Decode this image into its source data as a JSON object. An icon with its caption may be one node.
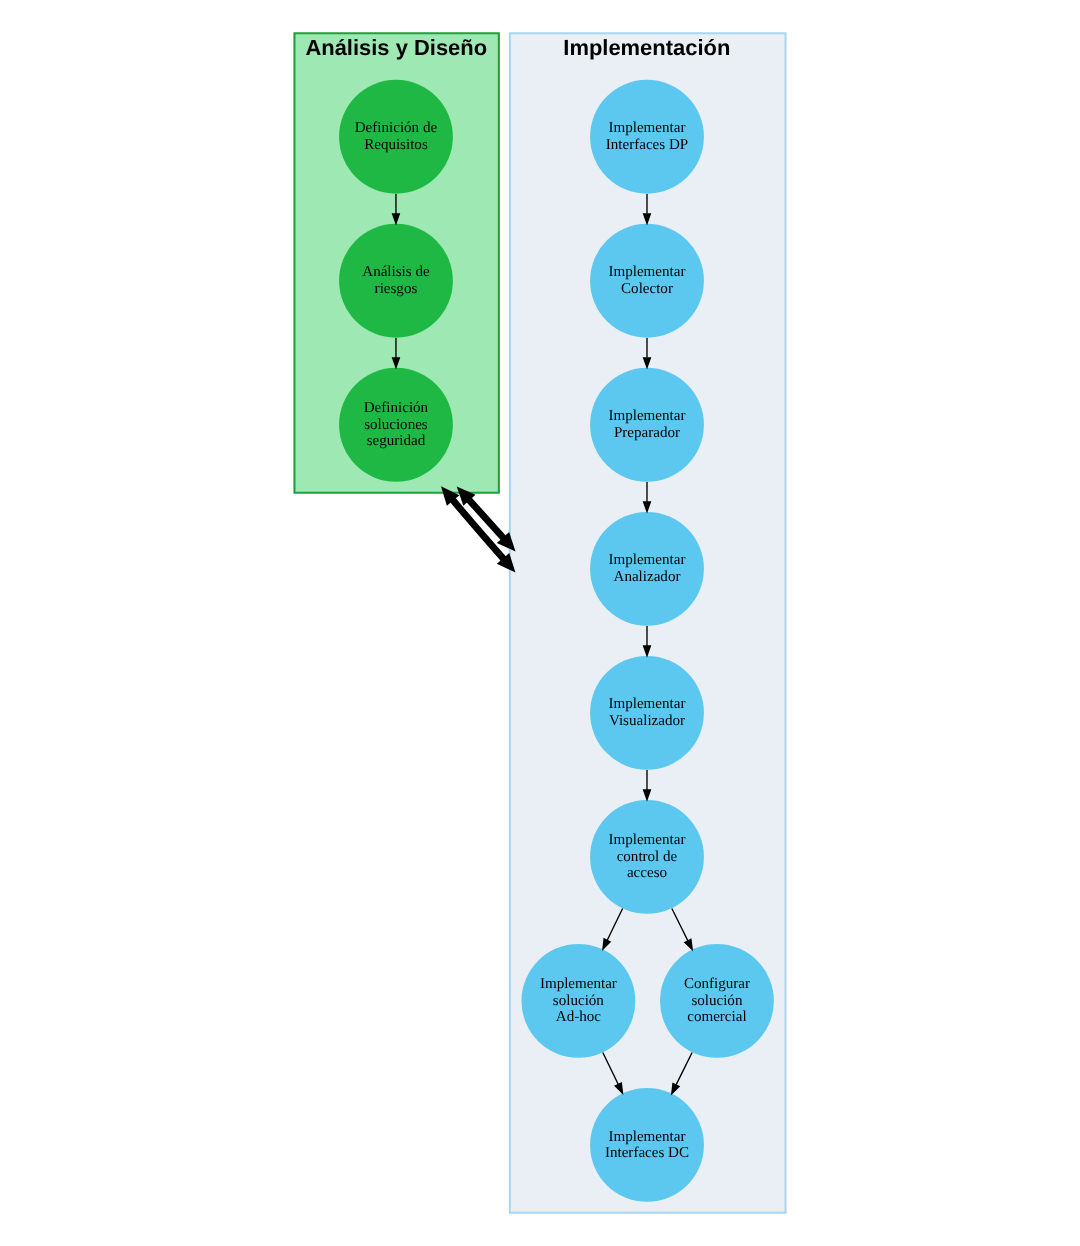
{
  "diagram": {
    "nodes": [
      {
        "text": [
          "Análisis y Diseño"
        ]
      },
      {
        "text": [
          "Definición de Requisitos"
        ],
        "in": 0
      },
      {
        "text": [
          "Definición soluciones seguridad"
        ],
        "in": 0
      },
      {
        "text": [
          "Análisis de riesgos"
        ],
        "in": 0
      },
      {
        "text": [
          "Implementación"
        ]
      },
      {
        "text": [
          "Implementar Interfaces DP"
        ],
        "in": 4
      },
      {
        "text": [
          "Implementar Colector"
        ],
        "in": 4
      },
      {
        "text": [
          "Implementar Preparador"
        ],
        "in": 4
      },
      {
        "text": [
          "Implementar Analizador"
        ],
        "in": 4
      },
      {
        "text": [
          "Implementar Visualizador"
        ],
        "in": 4
      },
      {
        "text": [
          "Implementar control de acceso"
        ],
        "in": 4
      },
      {
        "text": [
          "Implementar solución Ad-hoc"
        ],
        "in": 4
      },
      {
        "text": [
          "Configurar solución comercial"
        ],
        "in": 4
      },
      {
        "text": [
          "Implementar Interfaces DC"
        ],
        "in": 4
      }
    ],
    "edges": [
      {
        "from": 1,
        "to": 3,
        "arrow": "to"
      },
      {
        "from": 3,
        "to": 2,
        "arrow": "to"
      },
      {
        "from": 0,
        "to": 4,
        "arrow": "both",
        "style": "thick"
      },
      {
        "from": 0,
        "to": 4,
        "arrow": "both",
        "style": "thick"
      },
      {
        "from": 5,
        "to": 6,
        "arrow": "to"
      },
      {
        "from": 6,
        "to": 7,
        "arrow": "to"
      },
      {
        "from": 7,
        "to": 8,
        "arrow": "to"
      },
      {
        "from": 8,
        "to": 9,
        "arrow": "to"
      },
      {
        "from": 9,
        "to": 10,
        "arrow": "to"
      },
      {
        "from": 10,
        "to": 11,
        "arrow": "to"
      },
      {
        "from": 10,
        "to": 12,
        "arrow": "to"
      },
      {
        "from": 11,
        "to": 13,
        "arrow": "to"
      },
      {
        "from": 12,
        "to": 13,
        "arrow": "to"
      }
    ]
  }
}
